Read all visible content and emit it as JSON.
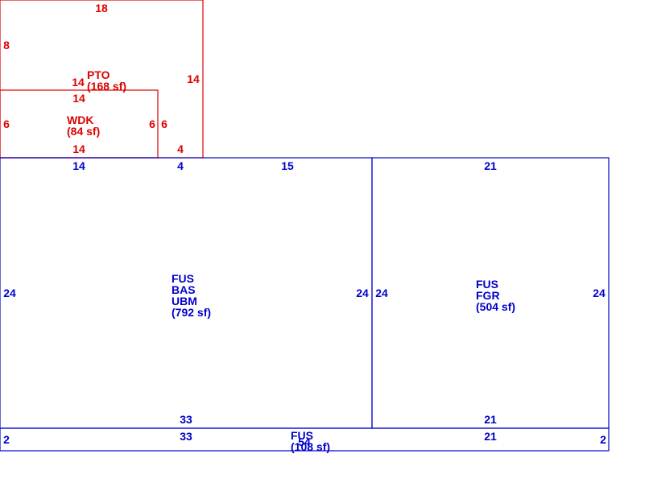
{
  "colors": {
    "red": "#dd0000",
    "blue": "#0000cc"
  },
  "pto": {
    "dims": {
      "top": "18",
      "left": "8",
      "right": "14",
      "inner_top_left": "14",
      "bottom_right": "4"
    },
    "label": [
      "PTO",
      "(168 sf)"
    ]
  },
  "wdk": {
    "dims": {
      "top": "14",
      "left": "6",
      "right_inner": "6",
      "right_outer": "6",
      "bottom": "14"
    },
    "label": [
      "WDK",
      "(84 sf)"
    ]
  },
  "main_a": {
    "dims": {
      "top_1": "14",
      "top_2": "4",
      "top_3": "15",
      "left": "24",
      "right": "24",
      "bottom": "33"
    },
    "label": [
      "FUS",
      "BAS",
      "UBM",
      "(792 sf)"
    ]
  },
  "main_b": {
    "dims": {
      "top": "21",
      "left": "24",
      "right": "24",
      "bottom": "21"
    },
    "label": [
      "FUS",
      "FGR",
      "(504 sf)"
    ]
  },
  "strip": {
    "dims": {
      "top_a": "33",
      "top_b": "21",
      "left": "2",
      "right": "2",
      "bottom": "54"
    },
    "label": [
      "FUS",
      "(108 sf)"
    ]
  }
}
